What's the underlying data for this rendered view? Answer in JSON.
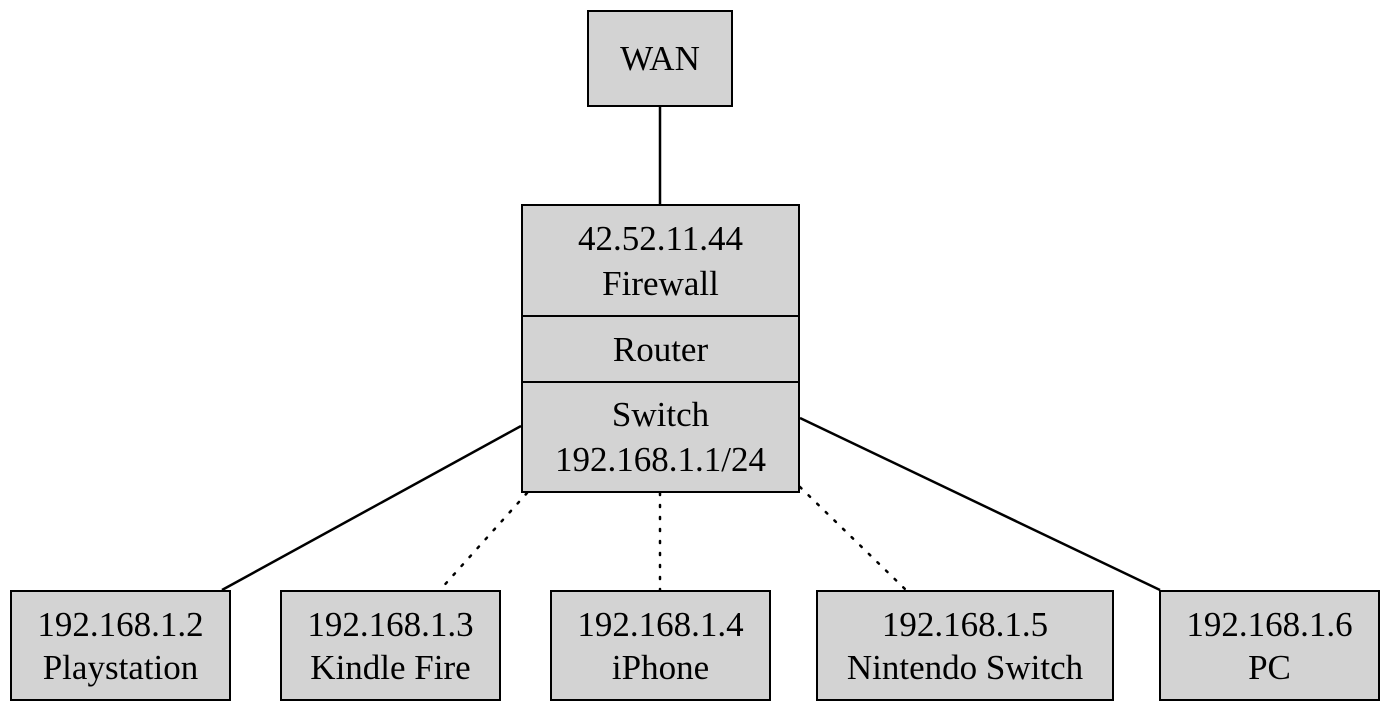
{
  "wan": {
    "label": "WAN"
  },
  "gateway": {
    "firewall": {
      "ip": "42.52.11.44",
      "label": "Firewall"
    },
    "router": {
      "label": "Router"
    },
    "switch": {
      "label": "Switch",
      "subnet": "192.168.1.1/24"
    }
  },
  "devices": [
    {
      "ip": "192.168.1.2",
      "name": "Playstation",
      "link": "wired"
    },
    {
      "ip": "192.168.1.3",
      "name": "Kindle Fire",
      "link": "wireless"
    },
    {
      "ip": "192.168.1.4",
      "name": "iPhone",
      "link": "wireless"
    },
    {
      "ip": "192.168.1.5",
      "name": "Nintendo Switch",
      "link": "wireless"
    },
    {
      "ip": "192.168.1.6",
      "name": "PC",
      "link": "wired"
    }
  ],
  "colors": {
    "node_fill": "#d3d3d3",
    "stroke": "#000000",
    "background": "#ffffff"
  }
}
